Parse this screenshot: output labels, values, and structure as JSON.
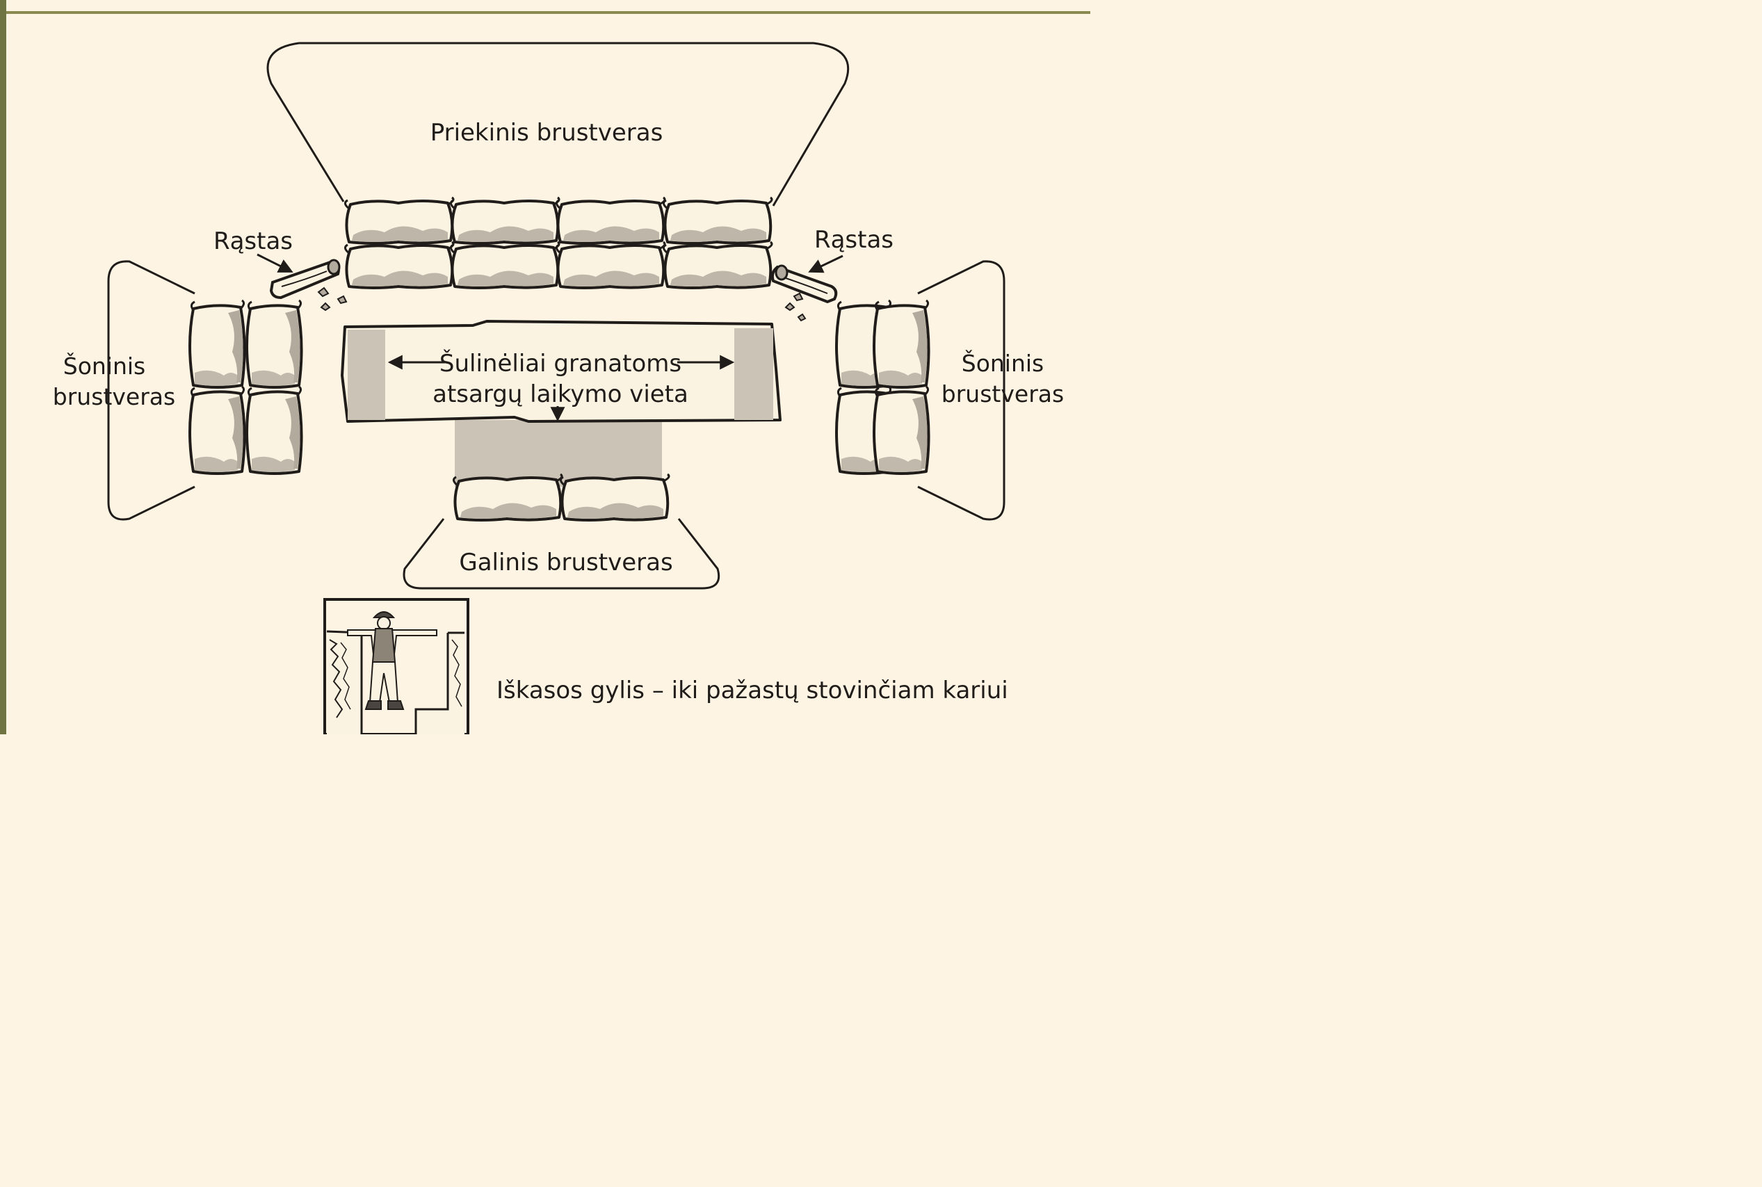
{
  "labels": {
    "front_parapet": "Priekinis brustveras",
    "log_left": "Rąstas",
    "log_right": "Rąstas",
    "side_parapet_left_line1": "Šoninis",
    "side_parapet_left_line2": "brustveras",
    "side_parapet_right_line1": "Šoninis",
    "side_parapet_right_line2": "brustveras",
    "grenade_sumps_line1": "Šulinėliai granatoms",
    "grenade_sumps_line2": "atsargų laikymo vieta",
    "rear_parapet": "Galinis brustveras",
    "depth_caption": "Iškasos gylis – iki pažastų stovinčiam kariui"
  },
  "colors": {
    "background": "#fdf4e3",
    "top_border": "#8a8a50",
    "left_strip": "#6f7442",
    "ink": "#1f1c1a",
    "sandbag_fill": "#fbf3e2",
    "sandbag_shade": "#b3aa9e",
    "trench_shade": "#cbc3b6"
  }
}
